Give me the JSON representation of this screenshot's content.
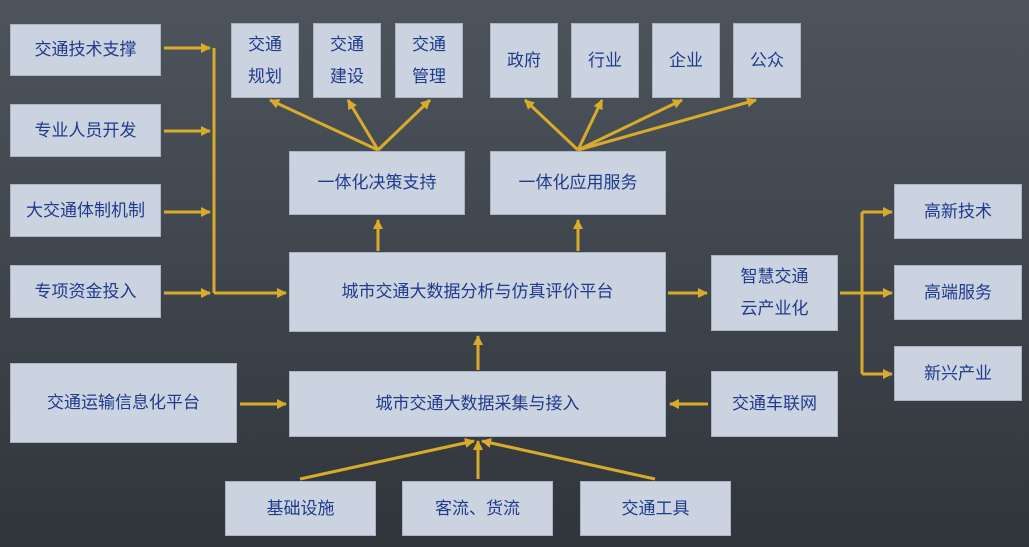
{
  "diagram": {
    "inputs_left": [
      "交通技术支撑",
      "专业人员开发",
      "大交通体制机制",
      "专项资金投入"
    ],
    "plan_boxes": [
      "交通\n规划",
      "交通\n建设",
      "交通\n管理"
    ],
    "user_boxes": [
      "政府",
      "行业",
      "企业",
      "公众"
    ],
    "decision_support": "一体化决策支持",
    "app_service": "一体化应用服务",
    "analysis_platform": "城市交通大数据分析与仿真评价平台",
    "smart_cloud": "智慧交通\n云产业化",
    "industry_boxes": [
      "高新技术",
      "高端服务",
      "新兴产业"
    ],
    "info_platform": "交通运输信息化平台",
    "collection_platform": "城市交通大数据采集与接入",
    "vehicle_network": "交通车联网",
    "sources_bottom": [
      "基础设施",
      "客流、货流",
      "交通工具"
    ],
    "arrow_color": "#d8ab2a",
    "box_fill": "#ccd3e0",
    "text_color": "#1e3b8c"
  }
}
